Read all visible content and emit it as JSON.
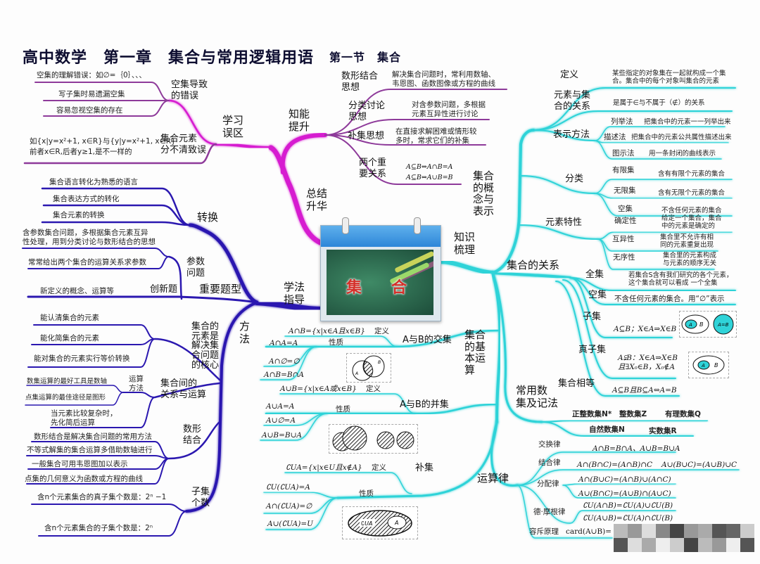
{
  "title": {
    "main": "高中数学　第一章　集合与常用逻辑用语",
    "section": "第一节　集合"
  },
  "center": {
    "char1": "集",
    "char2": "合"
  },
  "colors": {
    "magenta": "#d61fd0",
    "purple": "#8e3a9a",
    "cyan": "#2fd3d8",
    "indigo": "#2b18b0"
  },
  "summary": {
    "label": "总结\n升华",
    "mistakes": {
      "label": "学习\n误区",
      "empty_set": {
        "label": "空集导致\n的错误",
        "items": [
          "空集的理解错误：如∅=｛0｝、、、",
          "写子集时易遗漏空集",
          "容易忽视空集的存在"
        ]
      },
      "confusion": {
        "label": "集合元素\n分不清致误",
        "desc": "如{x|y=x²+1, x∈R}与{y|y=x²+1, x∈R}\n前者x∈R,后者y≥1,是不一样的"
      }
    },
    "ability": {
      "label": "知能\n提升",
      "items": [
        {
          "label": "数形结合\n思想",
          "desc": "解决集合问题时，常利用数轴、\n韦恩图、函数图像或方程的曲线"
        },
        {
          "label": "分类讨论\n思想",
          "desc": "对含参数问题，多根据\n元素互异性进行讨论"
        },
        {
          "label": "补集思想",
          "desc": "在直接求解困难或情形较\n多时，常求它们的补集"
        },
        {
          "label": "两个重\n要关系",
          "desc": "A⊆B⇔A∩B=A\nA⊆B⇔A∪B=B"
        }
      ]
    }
  },
  "knowledge": {
    "label": "知识\n梳理",
    "concept": {
      "label": "集合\n的概\n念与\n表示",
      "definition": {
        "label": "定义",
        "desc": "某些指定的对象集在一起就构成一个集\n合。集合中的每个对象叫集合的元素"
      },
      "membership": {
        "label": "元素与集\n合的关系",
        "desc": "是属于∈与不属于（∉）的关系"
      },
      "representation": {
        "label": "表示方法",
        "items": [
          {
            "label": "列举法",
            "desc": "把集合中的元素一一列举出来"
          },
          {
            "label": "描述法",
            "desc": "把集合中的元素公共属性描述出来"
          },
          {
            "label": "图示法",
            "desc": "用一条封闭的曲线表示"
          }
        ]
      },
      "classification": {
        "label": "分类",
        "items": [
          {
            "label": "有限集",
            "desc": "含有有限个元素的集合"
          },
          {
            "label": "无限集",
            "desc": "含有无限个元素的集合"
          },
          {
            "label": "空集",
            "desc": "不含任何元素的集合"
          }
        ]
      },
      "properties": {
        "label": "元素特性",
        "items": [
          {
            "label": "确定性",
            "desc": "给定一个集合，集合\n中的元素是确定的"
          },
          {
            "label": "互异性",
            "desc": "集合里不允许有相\n同的元素重复出现"
          },
          {
            "label": "无序性",
            "desc": "集合里的元素构成\n与元素的顺序无关"
          }
        ]
      }
    },
    "relations": {
      "label": "集合的关系",
      "items": [
        {
          "label": "全集",
          "desc": "若集合S含有我们研究的各个元素，\n这个集合就可以看成 一个全集"
        },
        {
          "label": "空集",
          "desc": "不含任何元素的集合。用“∅”表示"
        },
        {
          "label": "子集",
          "desc": "A⊆B；X∈A⇒X∈B"
        },
        {
          "label": "真子集",
          "desc": "A⫋B：X∈A⇒X∈B\n且∃X₀∈B，X₀∉A"
        },
        {
          "label": "集合相等",
          "desc": "A⊆B且B⊆A⇔A=B"
        }
      ],
      "diagram_labels": {
        "a": "A",
        "b": "B",
        "equal": "A=B"
      }
    },
    "number_sets": {
      "label": "常用数\n集及记法",
      "items": [
        "正整数集N*",
        "整数集Z",
        "有理数集Q",
        "自然数集N",
        "实数集R"
      ]
    },
    "operations": {
      "label": "集合\n的基\n本运\n算",
      "intersection": {
        "label": "A与B的交集",
        "definition_label": "定义",
        "definition": "A∩B={x|x∈A且x∈B}",
        "properties_label": "性质",
        "properties": [
          "A∩A=A",
          "A∩∅=∅",
          "A∩B=B∩A"
        ],
        "diagram_labels": {
          "a": "A",
          "b": "B"
        }
      },
      "union": {
        "label": "A与B的并集",
        "definition_label": "定义",
        "definition": "A∪B={x|x∈A或x∈B}",
        "properties_label": "性质",
        "properties": [
          "A∪A=A",
          "A∪∅=A",
          "A∪B=B∪A"
        ]
      },
      "complement": {
        "label": "补集",
        "definition_label": "定义",
        "definition": "∁UA={x|x∈U且x∉A}",
        "properties_label": "性质",
        "properties": [
          "∁U(∁UA)=A",
          "A∩(∁UA)=∅",
          "A∪(∁UA)=U"
        ],
        "diagram_labels": {
          "complement": "∁UA",
          "a": "A"
        }
      }
    },
    "laws": {
      "label": "运算律",
      "items": [
        {
          "label": "交换律",
          "formulas": [
            "A∩B=B∩A、A∪B=B∪A"
          ]
        },
        {
          "label": "结合律",
          "formulas": [
            "A∩(B∩C)=(A∩B)∩C",
            "A∪(B∪C)=(A∪B)∪C"
          ]
        },
        {
          "label": "分配律",
          "formulas": [
            "A∩(B∪C)=(A∩B)∪(A∩C)",
            "A∪(B∩C)=(A∪B)∩(A∪C)"
          ]
        },
        {
          "label": "德·摩根律",
          "formulas": [
            "∁U(A∩B)=∁U(A)∪∁U(B)",
            "∁U(A∪B)=∁U(A)∩∁U(B)"
          ]
        },
        {
          "label": "容斥原理",
          "formulas": [
            "card(A∪B)="
          ]
        }
      ]
    }
  },
  "methods": {
    "label": "学法\n指导",
    "problem_types": {
      "label": "重要题型",
      "conversion": {
        "label": "转换",
        "items": [
          "集合语言转化为熟悉的语言",
          "集合表达方式的转化",
          "集合元素的转换"
        ]
      },
      "parameter": {
        "label": "参数\n问题",
        "items": [
          "含参数集合问题，多根据集合元素互异\n性处理，用到分类讨论与数形结合的思想",
          "常常给出两个集合的运算关系求参数"
        ]
      },
      "innovation": {
        "label": "创新题",
        "items": [
          "新定义的概念、运算等"
        ]
      }
    },
    "approach": {
      "label": "方\n法",
      "core": {
        "label": "集合的\n元素是\n解决集\n合问题\n的核心",
        "items": [
          "能认清集合的元素",
          "能化简集合的元素",
          "能对集合的元素实行等价转换"
        ]
      },
      "relation_ops": {
        "label": "集合间的\n关系与运算",
        "method_label": "运算\n方法",
        "items": [
          "数集运算的最好工具是数轴",
          "点集运算的最佳途径是图形",
          "当元素比较复杂时，\n先化简后运算"
        ]
      },
      "number_shape": {
        "label": "数形\n结合",
        "items": [
          "数形结合是解决集合问题的常用方法",
          "不等式解集的集合运算多借助数轴进行",
          "一般集合可用韦恩图加以表示",
          "点集的几何意义为函数或方程的曲线"
        ]
      },
      "subset_count": {
        "label": "子集\n个数",
        "items": [
          "含n个元素集合的真子集个数是：2ⁿ −1",
          "含n个元素集合的子集个数是：2ⁿ"
        ]
      }
    }
  }
}
